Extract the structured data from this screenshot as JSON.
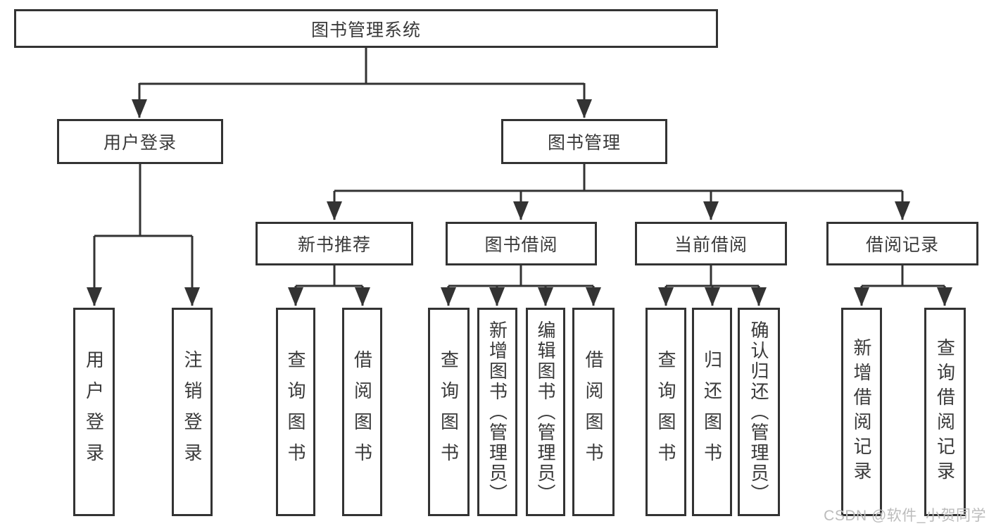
{
  "diagram": {
    "root": {
      "label": "图书管理系统"
    },
    "level1": [
      {
        "label": "用户登录",
        "children": [
          {
            "label": "用户登录"
          },
          {
            "label": "注销登录"
          }
        ]
      },
      {
        "label": "图书管理",
        "children": [
          {
            "label": "新书推荐",
            "children": [
              {
                "label": "查询图书"
              },
              {
                "label": "借阅图书"
              }
            ]
          },
          {
            "label": "图书借阅",
            "children": [
              {
                "label": "查询图书"
              },
              {
                "label": "新增图书（管理员）"
              },
              {
                "label": "编辑图书（管理员）"
              },
              {
                "label": "借阅图书"
              }
            ]
          },
          {
            "label": "当前借阅",
            "children": [
              {
                "label": "查询图书"
              },
              {
                "label": "归还图书"
              },
              {
                "label": "确认归还（管理员）"
              }
            ]
          },
          {
            "label": "借阅记录",
            "children": [
              {
                "label": "新增借阅记录"
              },
              {
                "label": "查询借阅记录"
              }
            ]
          }
        ]
      }
    ]
  },
  "watermark": {
    "text": "CSDN @软件_小贺同学"
  },
  "colors": {
    "line": "#333333",
    "box_border": "#333333",
    "text": "#3a3a3a",
    "watermark": "#bcbcbc",
    "background": "#ffffff"
  }
}
